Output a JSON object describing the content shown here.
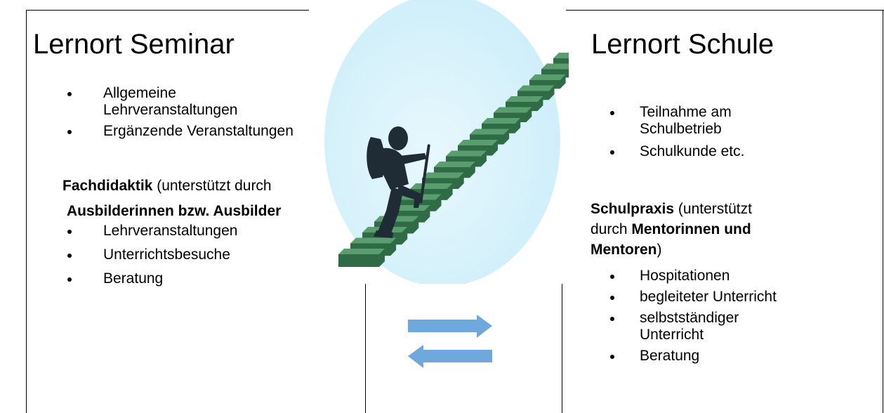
{
  "left": {
    "title": "Lernort Seminar",
    "list1": [
      "Allgemeine",
      "Lehrveranstaltungen",
      "Ergänzende Veranstaltungen"
    ],
    "section_bold": "Fachdidaktik",
    "section_rest": " (unterstützt durch",
    "section_bold2": "Ausbilderinnen bzw. Ausbilder",
    "list2": [
      "Lehrveranstaltungen",
      "Unterrichtsbesuche",
      "Beratung"
    ]
  },
  "right": {
    "title": "Lernort Schule",
    "list1": [
      "Teilnahme am",
      "Schulbetrieb",
      "Schulkunde etc."
    ],
    "section_bold": "Schulpraxis",
    "section_rest": " (unterstützt",
    "section_line2_pre": "durch ",
    "section_line2_bold": "Mentorinnen und",
    "section_line3_bold": "Mentoren",
    "section_line3_rest": ")",
    "list2": [
      "Hospitationen",
      "begleiteter Unterricht",
      "selbstständiger",
      "Unterricht",
      "Beratung"
    ]
  },
  "colors": {
    "ellipse": "#d9f1fb",
    "stairs_top": "#5a9e6f",
    "stairs_front": "#2f6b45",
    "figure": "#1f2b35",
    "arrow": "#6fa8dc"
  },
  "icons": [
    "stair-climber-illustration",
    "exchange-arrows-icon"
  ]
}
